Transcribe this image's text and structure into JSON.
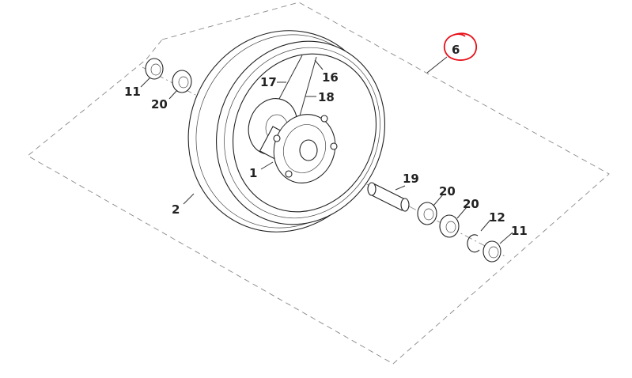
{
  "diagram": {
    "assembly_callout": "6",
    "highlight_color": "#e8101a",
    "labels": {
      "hub": "1",
      "rim": "2",
      "spoke_nipple": "16",
      "spoke_17": "17",
      "spoke_18": "18",
      "axle_spacer": "19",
      "bearing_left": "20",
      "seal_left": "11",
      "bearing_right_1": "20",
      "bearing_right_2": "20",
      "circlip": "12",
      "seal_right": "11"
    }
  }
}
